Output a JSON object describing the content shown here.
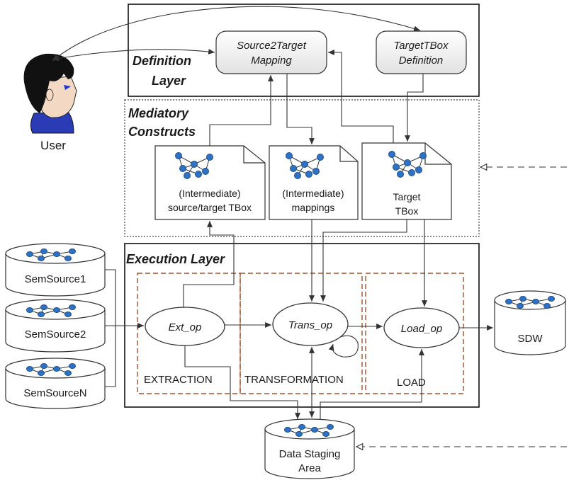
{
  "user": {
    "label": "User"
  },
  "definition_layer": {
    "title_line1": "Definition",
    "title_line2": "Layer",
    "mapping_line1": "Source2Target",
    "mapping_line2": "Mapping",
    "tbox_def_line1": "TargetTBox",
    "tbox_def_line2": "Definition"
  },
  "mediatory_constructs": {
    "title_line1": "Mediatory",
    "title_line2": "Constructs",
    "doc_intermediate_tbox_line1": "(Intermediate)",
    "doc_intermediate_tbox_line2": "source/target TBox",
    "doc_mappings_line1": "(Intermediate)",
    "doc_mappings_line2": "mappings",
    "doc_target_tbox_line1": "Target",
    "doc_target_tbox_line2": "TBox"
  },
  "execution_layer": {
    "title": "Execution Layer",
    "ext_op": "Ext_op",
    "trans_op": "Trans_op",
    "load_op": "Load_op",
    "zone_extraction": "EXTRACTION",
    "zone_transformation": "TRANSFORMATION",
    "zone_load": "LOAD"
  },
  "sources": [
    "SemSource1",
    "SemSource2",
    "SemSourceN"
  ],
  "sdw": "SDW",
  "staging_line1": "Data Staging",
  "staging_line2": "Area",
  "colors": {
    "node_fill": "#2f72c4",
    "node_stroke": "#1b4f8f",
    "zone_dash": "#a0522d",
    "box_fill": "#ececec",
    "hair": "#111111",
    "face": "#f3d9c4",
    "shirt": "#2b3bb5"
  }
}
